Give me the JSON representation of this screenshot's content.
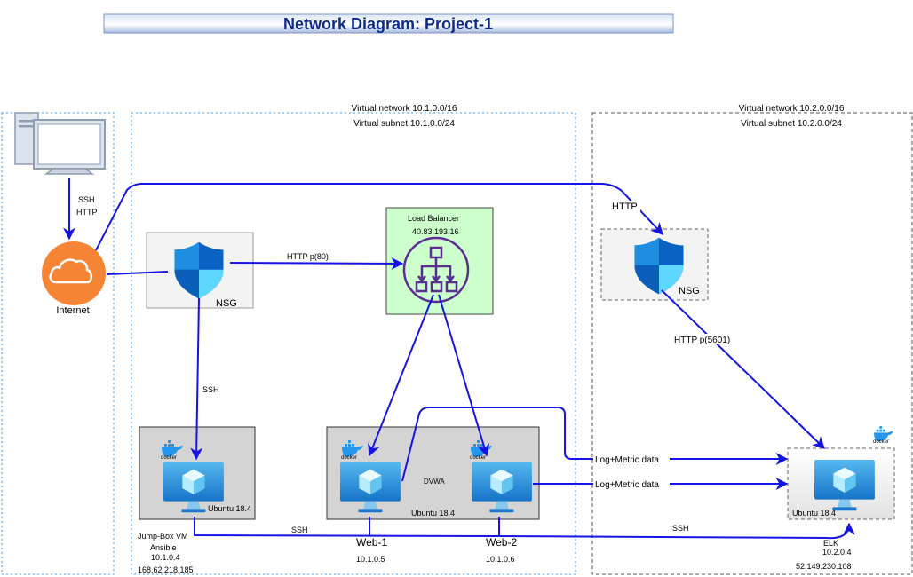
{
  "title": "Network Diagram: Project-1",
  "vnet1": {
    "network": "Virtual network 10.1.0.0/16",
    "subnet": "Virtual subnet 10.1.0.0/24"
  },
  "vnet2": {
    "network": "Virtual network 10.2.0.0/16",
    "subnet": "Virtual subnet 10.2.0.0/24"
  },
  "client": {
    "ssh": "SSH",
    "http": "HTTP"
  },
  "internet": {
    "label": "Internet"
  },
  "nsg1": {
    "label": "NSG"
  },
  "nsg2": {
    "label": "NSG"
  },
  "load_balancer": {
    "title": "Load Balancer",
    "ip": "40.83.193.16"
  },
  "edges": {
    "http_lb": "HTTP p(80)",
    "http_top": "HTTP",
    "ssh_jump": "SSH",
    "http_kibana": "HTTP p(5601)",
    "log1": "Log+Metric data",
    "log2": "Log+Metric data",
    "ssh_bottom_left": "SSH",
    "ssh_bottom_right": "SSH"
  },
  "jumpbox": {
    "docker": "docker",
    "os": "Ubuntu 18.4",
    "name": "Jump-Box VM",
    "role": "Ansible",
    "private_ip": "10.1.0.4",
    "public_ip": "168.62.218.185"
  },
  "web_group": {
    "app": "DVWA",
    "os": "Ubuntu 18.4"
  },
  "web1": {
    "docker": "docker",
    "name": "Web-1",
    "ip": "10.1.0.5"
  },
  "web2": {
    "docker": "docker",
    "name": "Web-2",
    "ip": "10.1.0.6"
  },
  "elk": {
    "docker": "docker",
    "os": "Ubuntu 18.4",
    "name": "ELK",
    "private_ip": "10.2.0.4",
    "public_ip": "52.149.230.108"
  },
  "colors": {
    "arrow": "#1414e6",
    "lb_fill": "#ccffcc",
    "lb_icon": "#5c2d91",
    "shield_dark": "#0078d4",
    "shield_light": "#50e6ff",
    "cloud": "#f58534",
    "docker": "#2496ed"
  }
}
